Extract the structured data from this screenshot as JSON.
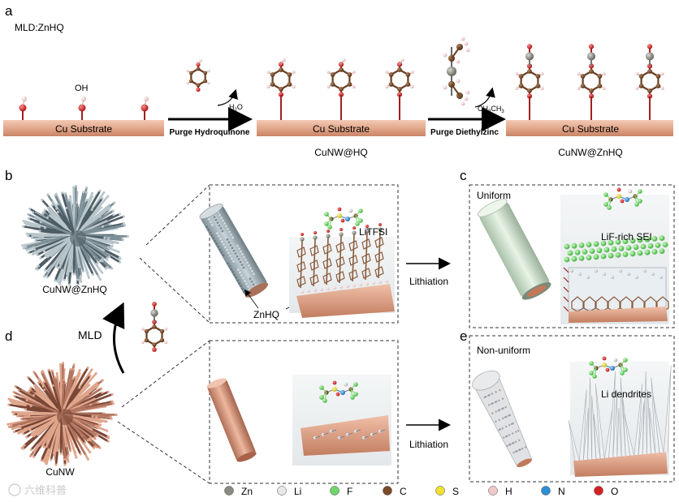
{
  "panels": {
    "a": "a",
    "b": "b",
    "c": "c",
    "d": "d",
    "e": "e"
  },
  "panel_a": {
    "process": "MLD:ZnHQ",
    "oh_label": "OH",
    "substrate": "Cu Substrate",
    "step1": "Purge Hydroquinone",
    "step2": "Purge Diethylzinc",
    "byproduct1": "H",
    "byproduct1_sub": "2",
    "byproduct1_tail": "O",
    "byproduct2": "CH",
    "byproduct2_sub": "3",
    "byproduct2_mid": "CH",
    "byproduct2_sub2": "3",
    "product1": "CuNW@HQ",
    "product2": "CuNW@ZnHQ"
  },
  "panel_b": {
    "sphere_label": "CuNW@ZnHQ",
    "coating_label": "ZnHQ",
    "salt_label": "LiTFSI"
  },
  "panel_c": {
    "title": "Uniform",
    "sei_label": "LiF-rich SEI"
  },
  "panel_d": {
    "sphere_label": "CuNW",
    "mld_label": "MLD"
  },
  "panel_e": {
    "title": "Non-uniform",
    "dendrite_label": "Li dendrites"
  },
  "lithiation": "Lithiation",
  "legend": [
    {
      "symbol": "Zn",
      "color": "#8a8a80"
    },
    {
      "symbol": "Li",
      "color": "#e8e8e8"
    },
    {
      "symbol": "F",
      "color": "#6fd66a"
    },
    {
      "symbol": "C",
      "color": "#7a4a2a"
    },
    {
      "symbol": "S",
      "color": "#f0e030"
    },
    {
      "symbol": "H",
      "color": "#f2c8c8"
    },
    {
      "symbol": "N",
      "color": "#2e8fd6"
    },
    {
      "symbol": "O",
      "color": "#d42020"
    }
  ],
  "watermark": "六维科普"
}
